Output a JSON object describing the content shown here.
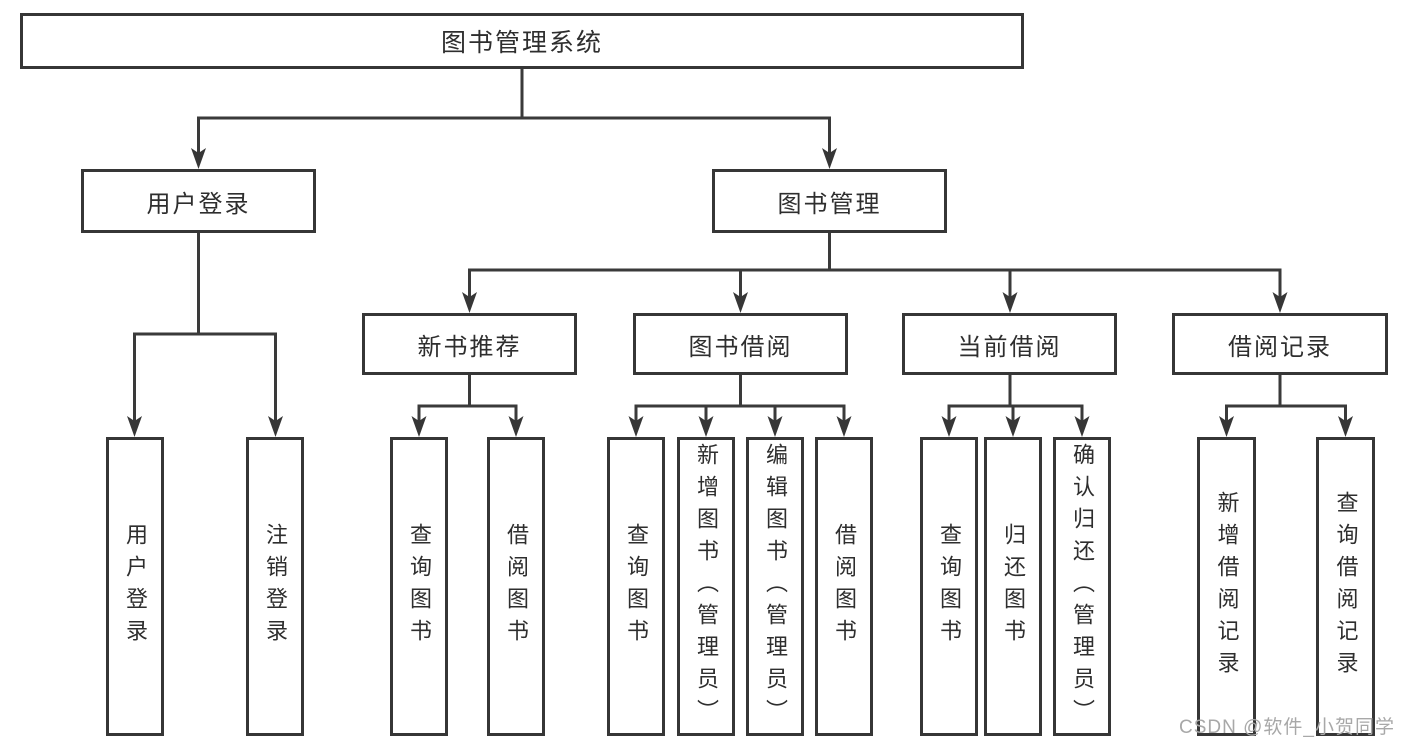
{
  "diagram": {
    "type": "hierarchy-tree",
    "title": "图书管理系统",
    "tree": {
      "root": {
        "label": "图书管理系统"
      },
      "level2": [
        {
          "label": "用户登录",
          "children": [
            "用户登录",
            "注销登录"
          ]
        },
        {
          "label": "图书管理"
        }
      ],
      "book_mgmt_children": [
        {
          "label": "新书推荐",
          "children": [
            "查询图书",
            "借阅图书"
          ]
        },
        {
          "label": "图书借阅",
          "children": [
            "查询图书",
            "新增图书（管理员）",
            "编辑图书（管理员）",
            "借阅图书"
          ]
        },
        {
          "label": "当前借阅",
          "children": [
            "查询图书",
            "归还图书",
            "确认归还（管理员）"
          ]
        },
        {
          "label": "借阅记录",
          "children": [
            "新增借阅记录",
            "查询借阅记录"
          ]
        }
      ]
    },
    "colors": {
      "background": "#ffffff",
      "box_border": "#363636",
      "line": "#3a3a3a",
      "text": "#2e2e2e",
      "watermark_text": "#a8a8a8"
    }
  },
  "watermark": "CSDN @软件_小贺同学"
}
